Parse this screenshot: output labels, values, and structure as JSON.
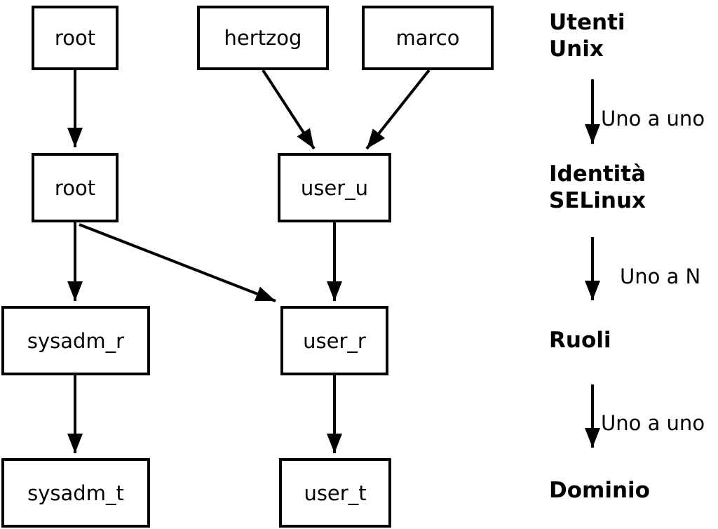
{
  "diagram": {
    "nodes": [
      {
        "id": "unix-root",
        "label": "root"
      },
      {
        "id": "unix-hertzog",
        "label": "hertzog"
      },
      {
        "id": "unix-marco",
        "label": "marco"
      },
      {
        "id": "selinux-root",
        "label": "root"
      },
      {
        "id": "selinux-user_u",
        "label": "user_u"
      },
      {
        "id": "role-sysadm_r",
        "label": "sysadm_r"
      },
      {
        "id": "role-user_r",
        "label": "user_r"
      },
      {
        "id": "domain-sysadm_t",
        "label": "sysadm_t"
      },
      {
        "id": "domain-user_t",
        "label": "user_t"
      }
    ],
    "edges": [
      {
        "from": "unix-root",
        "to": "selinux-root"
      },
      {
        "from": "unix-hertzog",
        "to": "selinux-user_u"
      },
      {
        "from": "unix-marco",
        "to": "selinux-user_u"
      },
      {
        "from": "selinux-root",
        "to": "role-sysadm_r"
      },
      {
        "from": "selinux-root",
        "to": "role-user_r"
      },
      {
        "from": "selinux-user_u",
        "to": "role-user_r"
      },
      {
        "from": "role-sysadm_r",
        "to": "domain-sysadm_t"
      },
      {
        "from": "role-user_r",
        "to": "domain-user_t"
      }
    ],
    "colors": {
      "stroke": "#000000",
      "background": "#ffffff"
    }
  },
  "legend": {
    "level1": "Utenti\nUnix",
    "arrow1": "Uno a uno",
    "level2": "Identità\nSELinux",
    "arrow2": "Uno a N",
    "level3": "Ruoli",
    "arrow3": "Uno a uno",
    "level4": "Dominio"
  }
}
